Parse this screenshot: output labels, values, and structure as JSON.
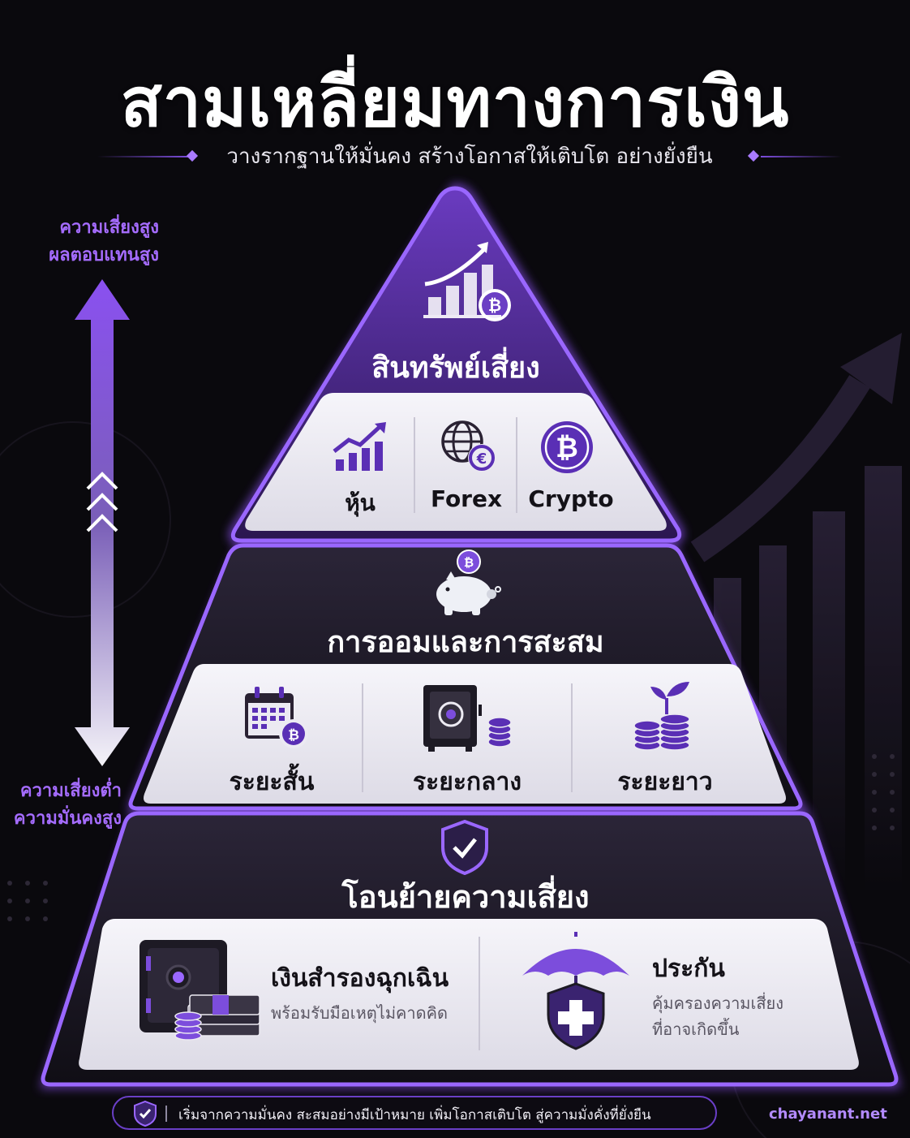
{
  "header": {
    "title": "สามเหลี่ยมทางการเงิน",
    "subtitle": "วางรากฐานให้มั่นคง  สร้างโอกาสให้เติบโต  อย่างยั่งยืน"
  },
  "risk_scale": {
    "top_line1": "ความเสี่ยงสูง",
    "top_line2": "ผลตอบแทนสูง",
    "bottom_line1": "ความเสี่ยงต่ำ",
    "bottom_line2": "ความมั่นคงสูง"
  },
  "tiers": {
    "top": {
      "title": "สินทรัพย์เสี่ยง",
      "items": [
        {
          "label": "หุ้น",
          "icon": "stock-chart-icon"
        },
        {
          "label": "Forex",
          "icon": "globe-euro-icon"
        },
        {
          "label": "Crypto",
          "icon": "bitcoin-icon"
        }
      ]
    },
    "middle": {
      "title": "การออมและการสะสม",
      "items": [
        {
          "label": "ระยะสั้น",
          "icon": "calendar-bitcoin-icon"
        },
        {
          "label": "ระยะกลาง",
          "icon": "safe-coins-icon"
        },
        {
          "label": "ระยะยาว",
          "icon": "plant-coins-icon"
        }
      ]
    },
    "bottom": {
      "title": "โอนย้ายความเสี่ยง",
      "items": [
        {
          "title": "เงินสำรองฉุกเฉิน",
          "text": "พร้อมรับมือเหตุไม่คาดคิด",
          "icon": "safe-cash-icon"
        },
        {
          "title": "ประกัน",
          "text1": "คุ้มครองความเสี่ยง",
          "text2": "ที่อาจเกิดขึ้น",
          "icon": "umbrella-shield-icon"
        }
      ]
    }
  },
  "footer": {
    "text": "เริ่มจากความมั่นคง  สะสมอย่างมีเป้าหมาย  เพิ่มโอกาสเติบโต  สู่ความมั่งคั่งที่ยั่งยืน",
    "brand": "chayanant.net"
  },
  "colors": {
    "accent": "#7c4ddc",
    "accent_light": "#a56cff",
    "background": "#0a090d",
    "card": "#eceaf2"
  }
}
